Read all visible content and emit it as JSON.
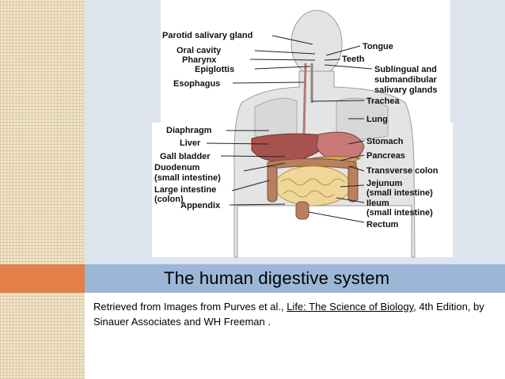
{
  "slide": {
    "title": "The human digestive system",
    "citation_prefix": "Retrieved from Images from Purves et al., ",
    "citation_title": "Life: The Science of Biology",
    "citation_suffix": ", 4th Edition, by Sinauer Associates and WH Freeman ."
  },
  "diagram": {
    "left_labels": [
      "Parotid salivary gland",
      "Oral cavity",
      "Pharynx",
      "Epiglottis",
      "Esophagus",
      "Diaphragm",
      "Liver",
      "Gall bladder",
      "Duodenum",
      "(small intestine)",
      "Large intestine",
      "(colon)",
      "Appendix"
    ],
    "right_labels": [
      "Tongue",
      "Teeth",
      "Sublingual and",
      "submandibular",
      "salivary glands",
      "Trachea",
      "Lung",
      "Stomach",
      "Pancreas",
      "Transverse colon",
      "Jejunum",
      "(small intestine)",
      "Ileum",
      "(small intestine)",
      "Rectum"
    ]
  },
  "colors": {
    "accent_orange": "#e3804a",
    "band_blue": "#9bb7d5",
    "background": "#dde4ee",
    "strip": "#efe3c7"
  }
}
